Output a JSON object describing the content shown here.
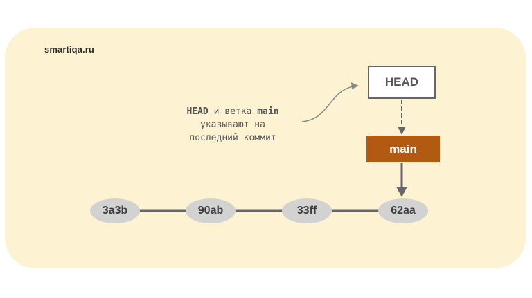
{
  "watermark": "smartiqa.ru",
  "caption": {
    "line1_pre": "HEAD",
    "line1_mid": " и ветка ",
    "line1_post": "main",
    "line2": "указывают на",
    "line3": "последний коммит"
  },
  "head_label": "HEAD",
  "branch_label": "main",
  "commits": [
    "3a3b",
    "90ab",
    "33ff",
    "62aa"
  ],
  "colors": {
    "panel_background": "#fdf3d3",
    "branch_fill": "#b35a12",
    "commit_fill": "#d2d2d2",
    "connector": "#666666"
  }
}
